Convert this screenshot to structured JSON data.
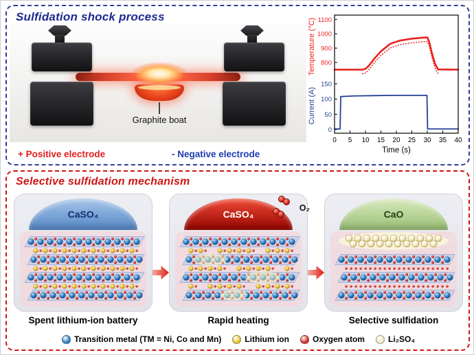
{
  "figure": {
    "top_panel": {
      "title": "Sulfidation shock process",
      "photo": {
        "boat_label": "Graphite boat",
        "positive_electrode": "+ Positive electrode",
        "negative_electrode": "- Negative electrode"
      }
    },
    "bottom_panel": {
      "title": "Selective sulfidation mechanism",
      "stages": [
        {
          "dome_label": "CaSO₄",
          "caption": "Spent lithium-ion battery",
          "crystal": "pristine",
          "dome_colors": [
            "#a6c6ea",
            "#5d8dc9"
          ],
          "label_color": "#10306e"
        },
        {
          "dome_label": "CaSO₄",
          "caption": "Rapid heating",
          "crystal": "heating",
          "gas_label": "O₂",
          "dome_colors": [
            "#ef4a36",
            "#9f0d06"
          ],
          "label_color": "#ffffff"
        },
        {
          "dome_label": "CaO",
          "caption": "Selective sulfidation",
          "crystal": "sulfidized",
          "dome_colors": [
            "#d8e9bc",
            "#9fc47c"
          ],
          "label_color": "#24430f"
        }
      ],
      "legend": [
        {
          "label": "Transition metal (TM = Ni, Co and Mn)",
          "color": "#2b7bc4"
        },
        {
          "label": "Lithium ion",
          "color": "#e6c32c"
        },
        {
          "label": "Oxygen atom",
          "color": "#d62a20"
        },
        {
          "label": "Li₂SO₄",
          "color": "#efe6c0"
        }
      ]
    }
  },
  "chart_data": {
    "type": "line",
    "xlabel": "Time (s)",
    "x_range": [
      0,
      40
    ],
    "x_ticks": [
      0,
      5,
      10,
      15,
      20,
      25,
      30,
      35,
      40
    ],
    "panels": [
      {
        "ylabel": "Temperature (°C)",
        "color": "#e8231e",
        "y_range": [
          690,
          1130
        ],
        "y_ticks": [
          800,
          900,
          1000,
          1100
        ],
        "line_width": 2.6,
        "dotted_companion": true,
        "series": {
          "x": [
            0,
            2,
            9,
            10,
            11,
            13,
            15,
            18,
            21,
            25,
            28,
            30,
            30.6,
            31.5,
            32.5,
            33.5,
            40
          ],
          "y": [
            750,
            750,
            750,
            756,
            775,
            830,
            878,
            930,
            952,
            966,
            972,
            975,
            945,
            865,
            790,
            752,
            750
          ]
        }
      },
      {
        "ylabel": "Current (A)",
        "color": "#223f94",
        "y_range": [
          -12,
          168
        ],
        "y_ticks": [
          0,
          50,
          100,
          150
        ],
        "line_width": 1.8,
        "series": {
          "x": [
            0,
            1.8,
            2,
            6,
            12,
            20,
            28,
            29.9,
            30.1,
            40
          ],
          "y": [
            2,
            2,
            108,
            110,
            111,
            112,
            112,
            112,
            2,
            2
          ]
        }
      }
    ]
  }
}
